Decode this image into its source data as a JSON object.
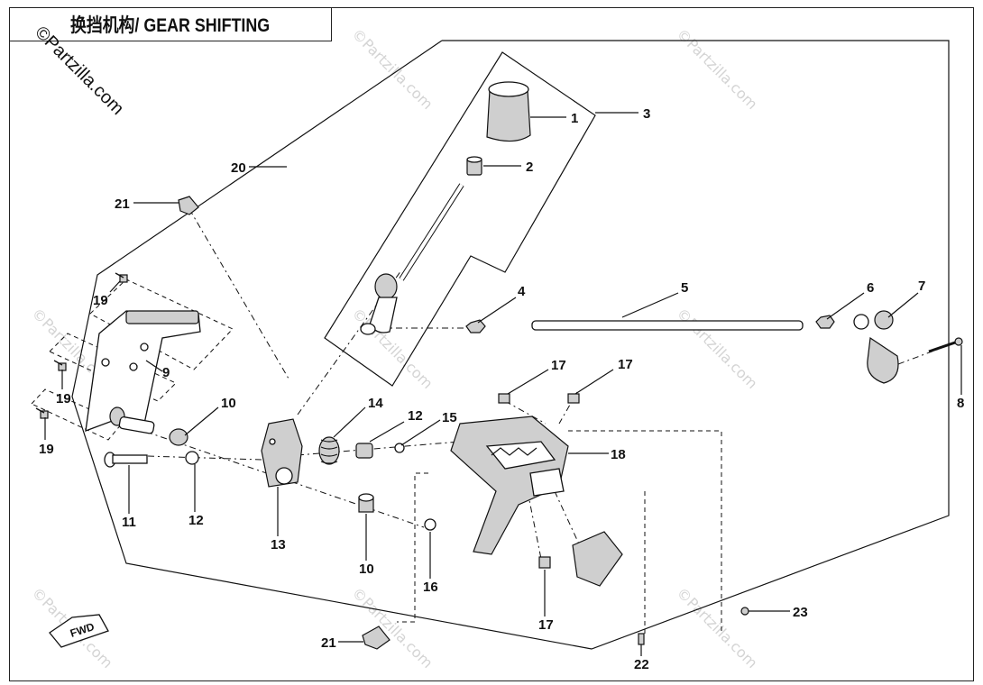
{
  "title": "换挡机构/ GEAR SHIFTING",
  "watermark": "©Partzilla.com",
  "watermark_faint": "©Partzilla.com",
  "fwd_label": "FWD",
  "callouts": {
    "c1": "1",
    "c2": "2",
    "c3": "3",
    "c4": "4",
    "c5": "5",
    "c6": "6",
    "c7": "7",
    "c8": "8",
    "c9": "9",
    "c10a": "10",
    "c10b": "10",
    "c11": "11",
    "c12a": "12",
    "c12b": "12",
    "c13": "13",
    "c14": "14",
    "c15": "15",
    "c16": "16",
    "c17a": "17",
    "c17b": "17",
    "c17c": "17",
    "c18": "18",
    "c19a": "19",
    "c19b": "19",
    "c19c": "19",
    "c20": "20",
    "c21a": "21",
    "c21b": "21",
    "c22": "22",
    "c23": "23"
  }
}
